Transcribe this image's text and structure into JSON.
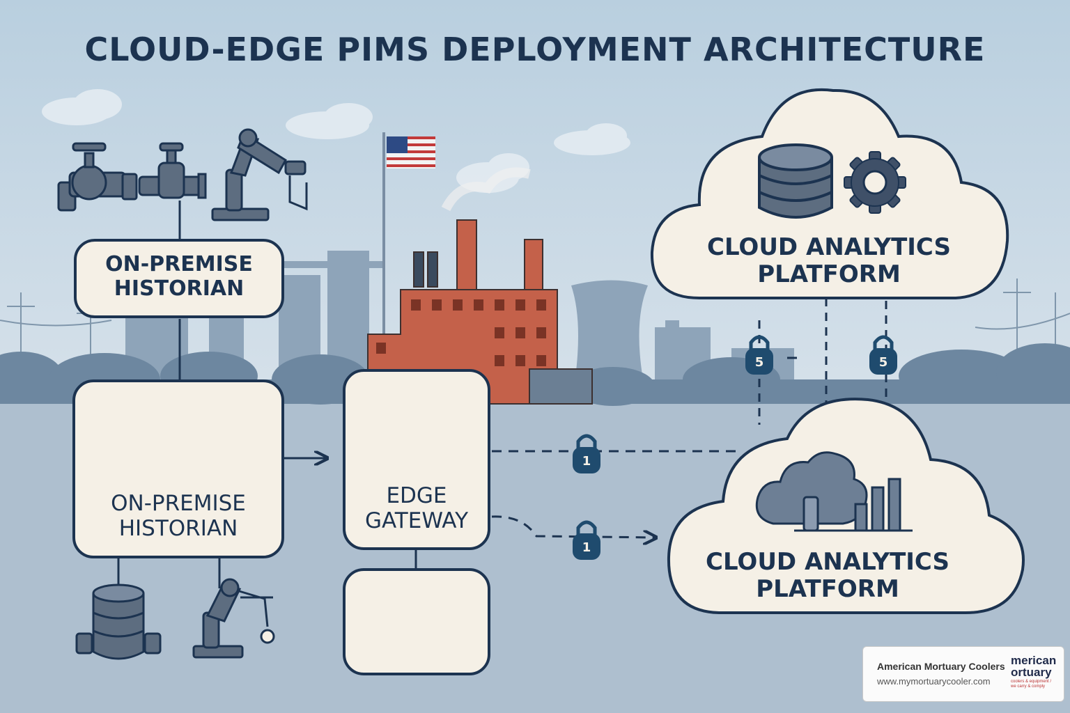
{
  "title": "CLOUD-EDGE PIMS DEPLOYMENT ARCHITECTURE",
  "nodes": {
    "historian_top": "ON-PREMISE\nHISTORIAN",
    "historian_main": "ON-PREMISE\nHISTORIAN",
    "edge_gateway": "EDGE\nGATEWAY",
    "cloud_top": "CLOUD ANALYTICS\nPLATFORM",
    "cloud_bottom": "CLOUD ANALYTICS\nPLATFORM"
  },
  "locks": [
    "1",
    "1",
    "5",
    "5"
  ],
  "watermark": {
    "name": "American Mortuary Coolers",
    "url": "www.mymortuarycooler.com",
    "logo_line1": "merican",
    "logo_line2": "ortuary",
    "logo_tagline": "coolers & equipment / we carry & comply"
  },
  "colors": {
    "ink": "#1c3350",
    "sky": "#c5d5e2",
    "ground": "#aebfcf",
    "panel": "#f5f0e6",
    "factory": "#c4614a",
    "lock": "#1f4b6e"
  },
  "icons": [
    "valve-icon",
    "robot-arm-icon",
    "database-icon",
    "router-icon",
    "gear-icon",
    "padlock-icon",
    "flag-icon",
    "bar-chart-icon"
  ]
}
